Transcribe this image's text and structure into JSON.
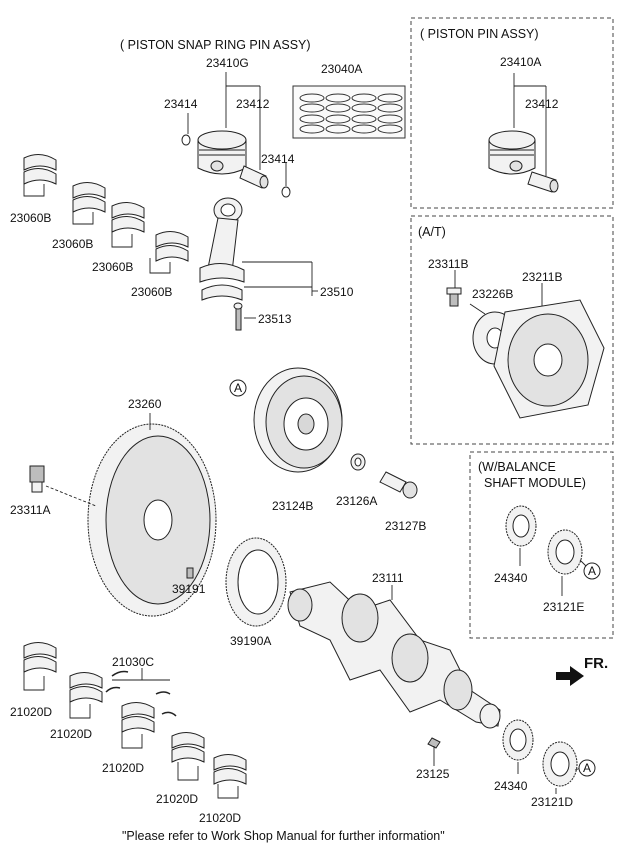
{
  "groups": {
    "piston_snap_ring": "( PISTON  SNAP RING  PIN ASSY)",
    "piston_pin": "( PISTON  PIN ASSY)",
    "at": "(A/T)",
    "balance_line1": "(W/BALANCE",
    "balance_line2": "SHAFT MODULE)"
  },
  "parts": {
    "p23410G": "23410G",
    "p23040A": "23040A",
    "p23414_a": "23414",
    "p23412_a": "23412",
    "p23414_b": "23414",
    "p23410A": "23410A",
    "p23412_b": "23412",
    "p23060B_1": "23060B",
    "p23060B_2": "23060B",
    "p23060B_3": "23060B",
    "p23060B_4": "23060B",
    "p23510": "23510",
    "p23513": "23513",
    "p23311B": "23311B",
    "p23226B": "23226B",
    "p23211B": "23211B",
    "p23260": "23260",
    "p23124B": "23124B",
    "p23126A": "23126A",
    "p23127B": "23127B",
    "p23311A": "23311A",
    "p24340_a": "24340",
    "p23121E": "23121E",
    "p39191": "39191",
    "p39190A": "39190A",
    "p23111": "23111",
    "p21030C": "21030C",
    "p21020D_1": "21020D",
    "p21020D_2": "21020D",
    "p21020D_3": "21020D",
    "p21020D_4": "21020D",
    "p21020D_5": "21020D",
    "p23125": "23125",
    "p24340_b": "24340",
    "p23121D": "23121D"
  },
  "refs": {
    "a1": "A",
    "a2": "A",
    "a3": "A"
  },
  "direction": "FR.",
  "footer": "\"Please refer to Work Shop Manual for further information\""
}
